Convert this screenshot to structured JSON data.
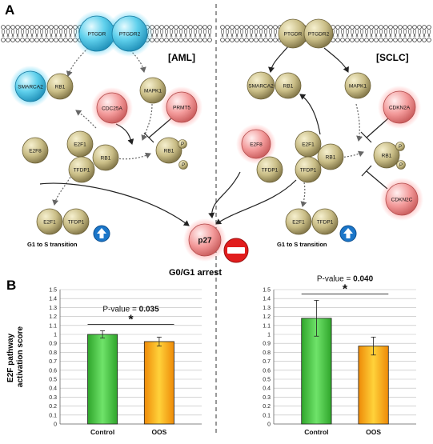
{
  "panel_a": {
    "label": "A",
    "left_title": "[AML]",
    "right_title": "[SCLC]",
    "nodes": {
      "ptgdr": "PTGDR",
      "ptgdr2": "PTGDR2",
      "smarca2": "SMARCA2",
      "rb1": "RB1",
      "mapk1": "MAPK1",
      "cdc25a": "CDC25A",
      "prmt5": "PRMT5",
      "e2f8": "E2F8",
      "e2f1": "E2F1",
      "tfdp1": "TFDP1",
      "cdkn2a": "CDKN2A",
      "cdkn2c": "CDKN2C",
      "p27": "p27",
      "phospho": "P"
    },
    "g1s_label": "G1 to S transition",
    "arrest_label": "G0/G1 arrest"
  },
  "panel_b": {
    "label": "B",
    "y_axis_label_line1": "E2F pathway",
    "y_axis_label_line2": "activation score",
    "significance": "*",
    "pvalue_prefix": "P-value = ",
    "colors": {
      "control": "#4fd34a",
      "oos": "#f7a31a"
    }
  },
  "chart_data": [
    {
      "type": "bar",
      "categories": [
        "Control",
        "OOS"
      ],
      "values": [
        1.0,
        0.92
      ],
      "errors": [
        0.04,
        0.05
      ],
      "ylim": [
        0,
        1.5
      ],
      "yticks": [
        0,
        0.1,
        0.2,
        0.3,
        0.4,
        0.5,
        0.6,
        0.7,
        0.8,
        0.9,
        1,
        1.1,
        1.2,
        1.3,
        1.4,
        1.5
      ],
      "pvalue": "0.035",
      "grid": true
    },
    {
      "type": "bar",
      "categories": [
        "Control",
        "OOS"
      ],
      "values": [
        1.18,
        0.87
      ],
      "errors": [
        0.2,
        0.1
      ],
      "ylim": [
        0,
        1.5
      ],
      "yticks": [
        0,
        0.1,
        0.2,
        0.3,
        0.4,
        0.5,
        0.6,
        0.7,
        0.8,
        0.9,
        1,
        1.1,
        1.2,
        1.3,
        1.4,
        1.5
      ],
      "pvalue": "0.040",
      "grid": true
    }
  ]
}
